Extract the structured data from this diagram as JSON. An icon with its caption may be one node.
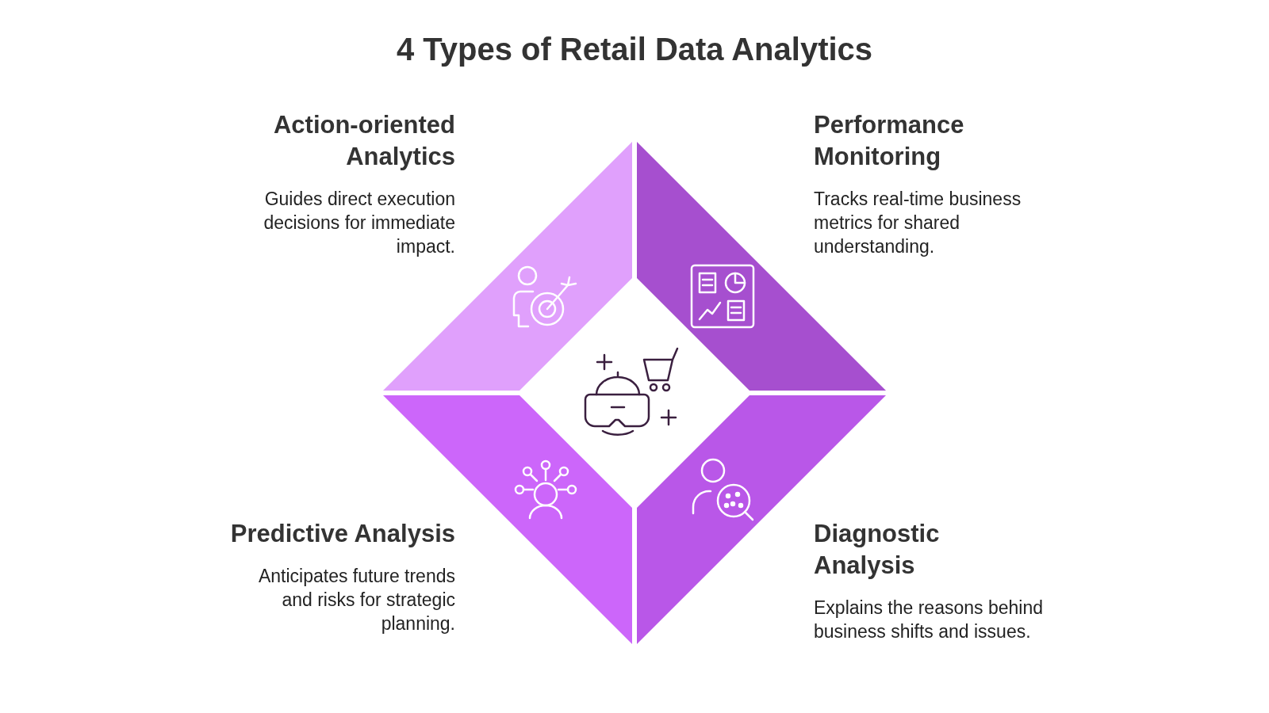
{
  "diagram": {
    "title": "4 Types of Retail Data Analytics",
    "nodes": [
      {
        "text": [
          "Action-oriented Analytics",
          "Guides direct execution decisions for immediate impact."
        ]
      },
      {
        "text": [
          "Performance Monitoring",
          "Tracks real-time business metrics for shared understanding."
        ]
      },
      {
        "text": [
          "Predictive Analysis",
          "Anticipates future trends and risks for strategic planning."
        ]
      },
      {
        "text": [
          "Diagnostic Analysis",
          "Explains the reasons behind business shifts and issues."
        ]
      }
    ],
    "edges": []
  }
}
